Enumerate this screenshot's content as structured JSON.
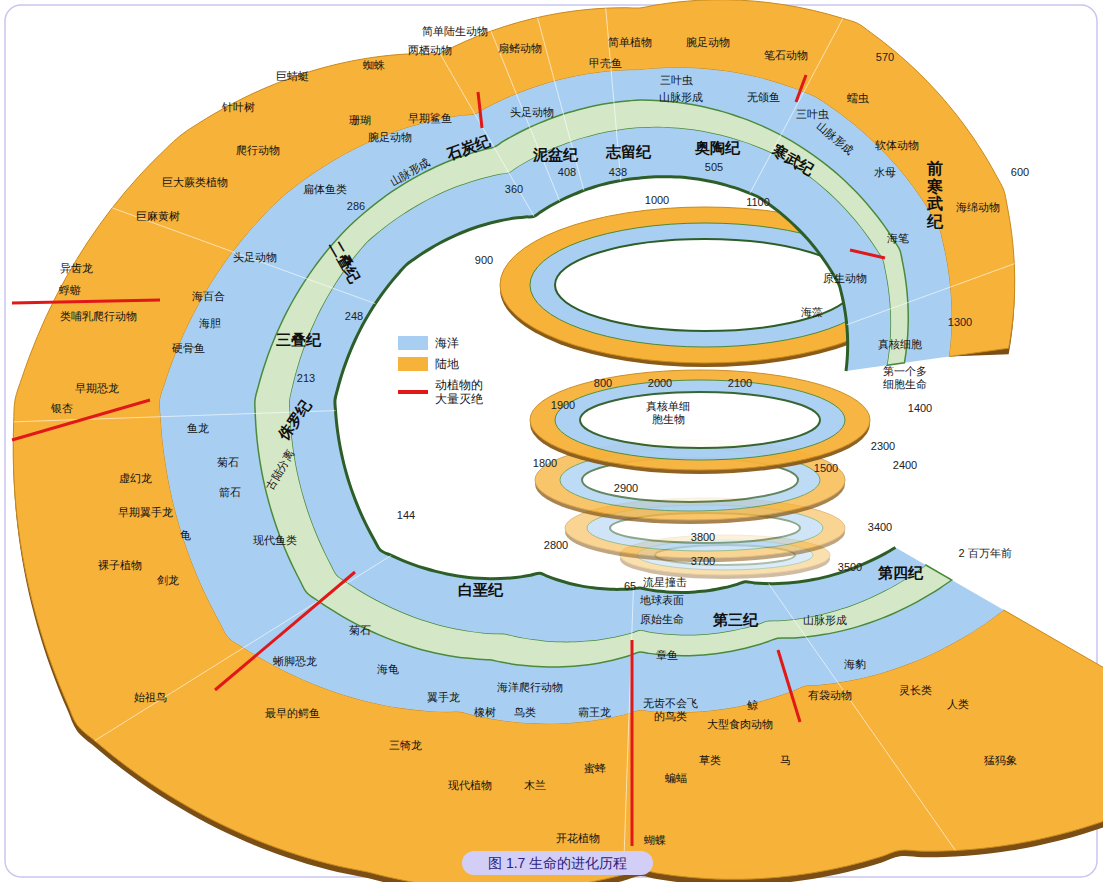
{
  "diagram": {
    "caption": "图 1.7 生命的进化历程",
    "labels": [
      "前寒武纪",
      "570",
      "600",
      "寒武纪",
      "蠕虫",
      "三叶虫",
      "山脉形成",
      "软体动物",
      "水母",
      "海绵动物",
      "海笔",
      "原生动物",
      "海藻",
      "505",
      "奥陶纪",
      "笔石动物",
      "腕足动物",
      "无颌鱼",
      "山脉形成",
      "三叶虫",
      "简单植物",
      "甲壳鱼",
      "438",
      "志留纪",
      "408",
      "泥盆纪",
      "扇鳍动物",
      "头足动物",
      "简单陆生动物",
      "两栖动物",
      "360",
      "石炭纪",
      "早期鲨鱼",
      "珊瑚",
      "蜘蛛",
      "腕足动物",
      "山脉形成",
      "巨蜻蜓",
      "针叶树",
      "爬行动物",
      "扁体鱼类",
      "巨大蕨类植物",
      "巨麻黄树",
      "286",
      "二叠纪",
      "头足动物",
      "异齿龙",
      "蜉蝣",
      "类哺乳爬行动物",
      "海百合",
      "海胆",
      "248",
      "三叠纪",
      "硬骨鱼",
      "213",
      "早期恐龙",
      "银杏",
      "侏罗纪",
      "鱼龙",
      "古陆分离",
      "虚幻龙",
      "菊石",
      "早期翼手龙",
      "箭石",
      "龟",
      "现代鱼类",
      "裸子植物",
      "剑龙",
      "144",
      "白垩纪",
      "菊石",
      "始祖鸟",
      "蜥脚恐龙",
      "海龟",
      "最早的鳄鱼",
      "翼手龙",
      "海洋爬行动物",
      "三犄龙",
      "橡树",
      "鸟类",
      "霸王龙",
      "现代植物",
      "木兰",
      "蜜蜂",
      "开花植物",
      "蝴蝶",
      "65",
      "流星撞击",
      "地球表面",
      "原始生命",
      "第三纪",
      "章鱼",
      "无齿不会飞的鸟类",
      "蝙蝠",
      "鲸",
      "大型食肉动物",
      "草类",
      "马",
      "山脉形成",
      "有袋动物",
      "海豹",
      "第四纪",
      "2 百万年前",
      "灵长类",
      "人类",
      "猛犸象",
      "1300",
      "真核细胞",
      "第一个多细胞生命",
      "1400",
      "1000",
      "1100",
      "900",
      "800",
      "2000",
      "2100",
      "1900",
      "真核单细胞生物",
      "1800",
      "2300",
      "2400",
      "1500",
      "2900",
      "2800",
      "3400",
      "3800",
      "3700",
      "3500"
    ],
    "legend": [
      {
        "text": "海洋",
        "color": "#a8cff2"
      },
      {
        "text": "陆地",
        "color": "#f7b23a"
      },
      {
        "text": "动植物的大量灭绝"
      }
    ]
  }
}
